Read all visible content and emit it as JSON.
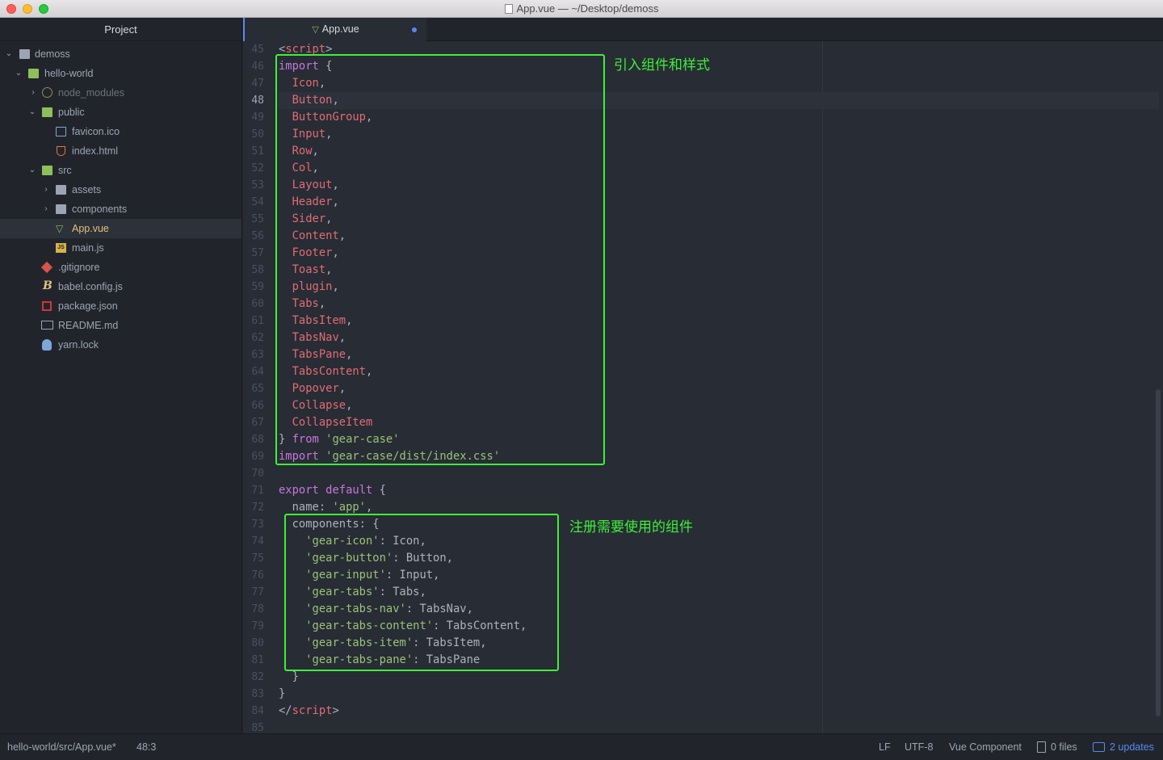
{
  "window": {
    "title": "App.vue — ~/Desktop/demoss"
  },
  "sidebar": {
    "title": "Project",
    "tree": [
      {
        "label": "demoss",
        "icon": "folder-icon",
        "chevron": "⌄"
      },
      {
        "label": "hello-world",
        "icon": "folder-open-icon",
        "chevron": "⌄"
      },
      {
        "label": "node_modules",
        "icon": "package-icon",
        "chevron": "›"
      },
      {
        "label": "public",
        "icon": "folder-open-icon",
        "chevron": "⌄"
      },
      {
        "label": "favicon.ico",
        "icon": "image-file-icon"
      },
      {
        "label": "index.html",
        "icon": "html5-icon"
      },
      {
        "label": "src",
        "icon": "folder-open-icon",
        "chevron": "⌄"
      },
      {
        "label": "assets",
        "icon": "folder-icon",
        "chevron": "›"
      },
      {
        "label": "components",
        "icon": "folder-icon",
        "chevron": "›"
      },
      {
        "label": "App.vue",
        "icon": "vue-icon"
      },
      {
        "label": "main.js",
        "icon": "js-icon"
      },
      {
        "label": ".gitignore",
        "icon": "git-icon"
      },
      {
        "label": "babel.config.js",
        "icon": "babel-icon"
      },
      {
        "label": "package.json",
        "icon": "npm-icon"
      },
      {
        "label": "README.md",
        "icon": "markdown-icon"
      },
      {
        "label": "yarn.lock",
        "icon": "yarn-icon"
      }
    ]
  },
  "tab": {
    "label": "App.vue",
    "icon": "vue-icon",
    "modified_indicator": "dot-icon"
  },
  "editor": {
    "line_numbers": [
      "45",
      "46",
      "47",
      "48",
      "49",
      "50",
      "51",
      "52",
      "53",
      "54",
      "55",
      "56",
      "57",
      "58",
      "59",
      "60",
      "61",
      "62",
      "63",
      "64",
      "65",
      "66",
      "67",
      "68",
      "69",
      "70",
      "71",
      "72",
      "73",
      "74",
      "75",
      "76",
      "77",
      "78",
      "79",
      "80",
      "81",
      "82",
      "83",
      "84",
      "85"
    ],
    "t": {
      "script_open_lt": "<",
      "script_tag": "script",
      "script_open_gt": ">",
      "import": "import",
      "brace_open": " {",
      "i_icon": "  Icon",
      "i_button": "  Button",
      "i_buttongroup": "  ButtonGroup",
      "i_input": "  Input",
      "i_row": "  Row",
      "i_col": "  Col",
      "i_layout": "  Layout",
      "i_header": "  Header",
      "i_sider": "  Sider",
      "i_content": "  Content",
      "i_footer": "  Footer",
      "i_toast": "  Toast",
      "i_plugin": "  plugin",
      "i_tabs": "  Tabs",
      "i_tabsitem": "  TabsItem",
      "i_tabsnav": "  TabsNav",
      "i_tabspane": "  TabsPane",
      "i_tabscontent": "  TabsContent",
      "i_popover": "  Popover",
      "i_collapse": "  Collapse",
      "i_collapseitem": "  CollapseItem",
      "comma": ",",
      "close_brace": "} ",
      "from": "from",
      "space": " ",
      "str_gearcase": "'gear-case'",
      "str_css": "'gear-case/dist/index.css'",
      "export": "export",
      "default": "default",
      "name_key": "  name: ",
      "name_val": "'app'",
      "components_key": "  components: {",
      "k_icon": "'gear-icon'",
      "v_icon": ": Icon,",
      "k_button": "'gear-button'",
      "v_button": ": Button,",
      "k_input": "'gear-input'",
      "v_input": ": Input,",
      "k_tabs": "'gear-tabs'",
      "v_tabs": ": Tabs,",
      "k_tabsnav": "'gear-tabs-nav'",
      "v_tabsnav": ": TabsNav,",
      "k_tabscontent": "'gear-tabs-content'",
      "v_tabscontent": ": TabsContent,",
      "k_tabsitem": "'gear-tabs-item'",
      "v_tabsitem": ": TabsItem,",
      "k_tabspane": "'gear-tabs-pane'",
      "v_tabspane": ": TabsPane",
      "indent4": "    ",
      "inner_close": "  }",
      "outer_close": "}",
      "script_close_lt": "</",
      "script_close_gt": ">"
    }
  },
  "annotations": {
    "imports_note": "引入组件和样式",
    "register_note": "注册需要使用的组件"
  },
  "statusbar": {
    "file_path": "hello-world/src/App.vue*",
    "cursor": "48:3",
    "line_ending": "LF",
    "encoding": "UTF-8",
    "grammar": "Vue Component",
    "files": "0 files",
    "updates": "2 updates"
  },
  "colors": {
    "keyword": "#c678dd",
    "tag": "#e06c75",
    "string": "#98c379",
    "annotation": "#3ef03a",
    "accent": "#568af2"
  }
}
